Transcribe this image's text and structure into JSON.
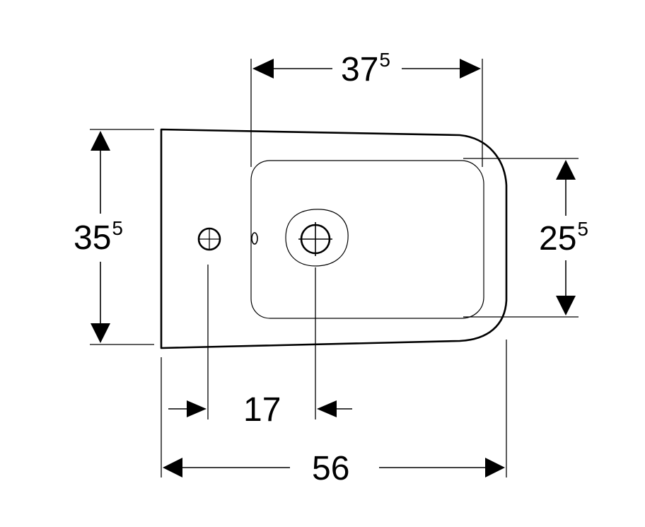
{
  "diagram": {
    "dimensions": {
      "top_width": {
        "main": "37",
        "sup": "5"
      },
      "height": {
        "main": "35",
        "sup": "5"
      },
      "bowl_height": {
        "main": "25",
        "sup": "5"
      },
      "drain_offset": {
        "main": "17"
      },
      "overall_width": {
        "main": "56"
      }
    },
    "colors": {
      "line": "#000000",
      "background": "#ffffff"
    }
  }
}
